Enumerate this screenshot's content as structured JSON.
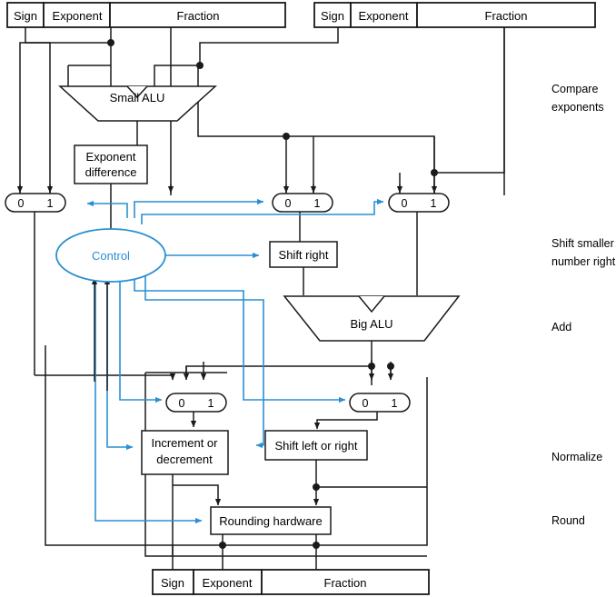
{
  "diagram": {
    "title": "Floating-point addition hardware block diagram",
    "colors": {
      "line": "#1a1a1a",
      "control": "#2a8fd4",
      "box_fill": "#ffffff",
      "text": "#000000"
    },
    "registers": {
      "operand_a": {
        "fields": [
          "Sign",
          "Exponent",
          "Fraction"
        ]
      },
      "operand_b": {
        "fields": [
          "Sign",
          "Exponent",
          "Fraction"
        ]
      },
      "result": {
        "fields": [
          "Sign",
          "Exponent",
          "Fraction"
        ]
      }
    },
    "blocks": {
      "small_alu": "Small ALU",
      "big_alu": "Big ALU",
      "exponent_difference_line1": "Exponent",
      "exponent_difference_line2": "difference",
      "shift_right": "Shift right",
      "increment_or_decrement_line1": "Increment or",
      "increment_or_decrement_line2": "decrement",
      "shift_left_or_right": "Shift left or right",
      "rounding_hardware": "Rounding hardware",
      "control": "Control"
    },
    "mux_labels": {
      "zero": "0",
      "one": "1"
    },
    "muxes": [
      {
        "name": "mux-exponent-left",
        "zero": "0",
        "one": "1"
      },
      {
        "name": "mux-fraction-mid",
        "zero": "0",
        "one": "1"
      },
      {
        "name": "mux-fraction-right",
        "zero": "0",
        "one": "1"
      },
      {
        "name": "mux-exponent-norm",
        "zero": "0",
        "one": "1"
      },
      {
        "name": "mux-fraction-norm",
        "zero": "0",
        "one": "1"
      }
    ],
    "stage_labels": [
      {
        "name": "stage-compare-exponents",
        "line1": "Compare",
        "line2": "exponents"
      },
      {
        "name": "stage-shift-smaller",
        "line1": "Shift smaller",
        "line2": "number right"
      },
      {
        "name": "stage-add",
        "line1": "Add",
        "line2": ""
      },
      {
        "name": "stage-normalize",
        "line1": "Normalize",
        "line2": ""
      },
      {
        "name": "stage-round",
        "line1": "Round",
        "line2": ""
      }
    ]
  }
}
